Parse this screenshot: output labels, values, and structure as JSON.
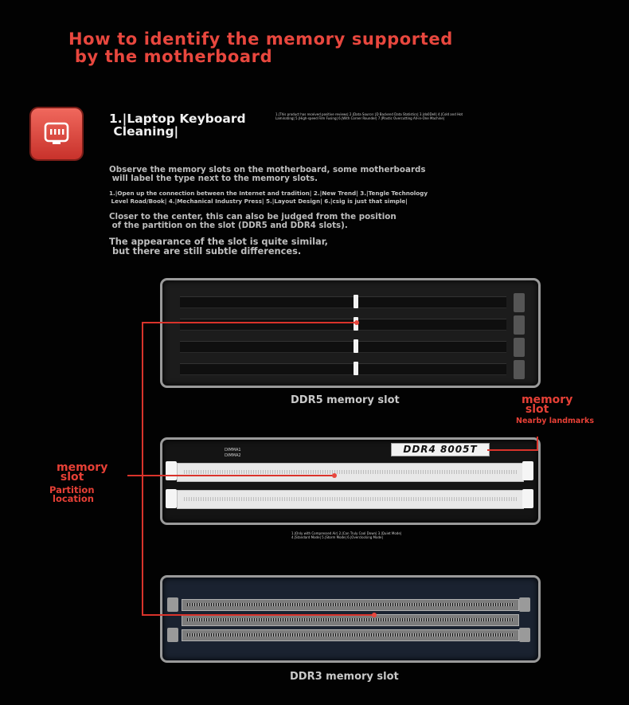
{
  "header": {
    "title": "How to identify the memory supported\n by the motherboard"
  },
  "section": {
    "icon": "ethernet-port-icon",
    "title": "1.|Laptop Keyboard\n Cleaning|",
    "tiny_note": "1.|This product has received positive reviews| 2.|Data Source: JD Backend Data Statistics| 3.|do0Dell| 4.|Cold and Hot Laminating| 5.|High-speed Film Fusing| 6.|With Corner Rounder| 7.|Plastic Overcutting All-in-One Machine|",
    "para1": "Observe the memory slots on the motherboard, some motherboards\n will label the type next to the memory slots.",
    "para2": "1.|Open up the connection between the Internet and tradition| 2.|New Trend| 3.|Tengle Technology\n Level Road/Book| 4.|Mechanical Industry Press| 5.|Layout Design| 6.|csig is just that simple|",
    "para3": "Closer to the center, this can also be judged from the position\n of the partition on the slot (DDR5 and DDR4 slots).",
    "para4": "The appearance of the slot is quite similar,\n but there are still subtle differences."
  },
  "figures": {
    "ddr5_caption": "DDR5 memory slot",
    "ddr4_board_label": "DDR4 8005T",
    "ddr4_silk_1": "DIMMA1",
    "ddr4_silk_2": "DIMMA2",
    "ddr4_tiny_note": "1.|Only with Compressed Air| 2.|Can Truly Cool Down| 3.|Quiet Mode| 4.|Standard Mode| 5.|Storm Mode| 6.|Overclocking Mode|",
    "ddr3_caption": "DDR3 memory slot"
  },
  "annotations": {
    "landmark_title": "memory\n slot",
    "landmark_sub": "Nearby landmarks",
    "partition_title": "memory\n slot",
    "partition_sub": "Partition\n location"
  },
  "colors": {
    "accent": "#e8473e",
    "background": "#020202"
  }
}
